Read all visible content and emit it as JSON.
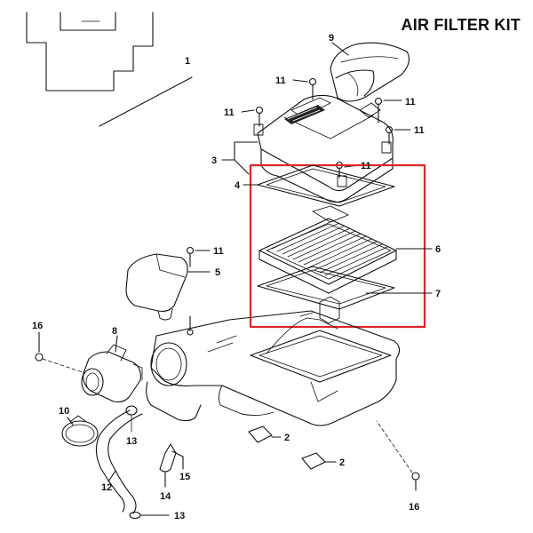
{
  "title": "AIR FILTER KIT",
  "highlight_color": "#e0242b",
  "line_color": "#111111",
  "callouts": {
    "c1": "1",
    "c2a": "2",
    "c2b": "2",
    "c3": "3",
    "c4": "4",
    "c5": "5",
    "c6": "6",
    "c7": "7",
    "c8": "8",
    "c9": "9",
    "c10": "10",
    "c11a": "11",
    "c11b": "11",
    "c11c": "11",
    "c11d": "11",
    "c11e": "11",
    "c11f": "11",
    "c12": "12",
    "c13a": "13",
    "c13b": "13",
    "c14": "14",
    "c15": "15",
    "c16a": "16",
    "c16b": "16"
  }
}
